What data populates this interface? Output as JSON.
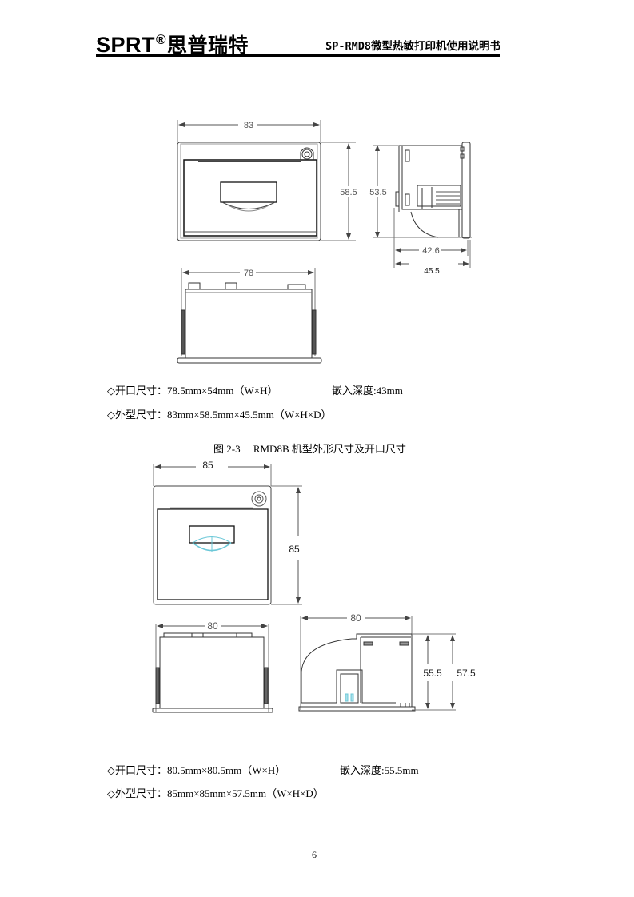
{
  "header": {
    "brand_latin": "SPRT",
    "brand_reg": "®",
    "brand_cn": "思普瑞特",
    "doc_title": "SP-RMD8微型热敏打印机使用说明书"
  },
  "figure_rmd8b": {
    "front_width": "83",
    "front_height": "58.5",
    "side_height": "53.5",
    "side_depth_inner": "42.6",
    "side_depth_total": "45.5",
    "top_width": "78",
    "spec_opening": "◇开口尺寸：78.5mm×54mm（W×H）",
    "spec_embed_depth": "嵌入深度:43mm",
    "spec_outline": "◇外型尺寸：83mm×58.5mm×45.5mm（W×H×D）",
    "caption": "图 2-3　 RMD8B 机型外形尺寸及开口尺寸"
  },
  "figure_second": {
    "front_width": "85",
    "front_height": "85",
    "top_width": "80",
    "side_width": "80",
    "side_height_inner": "55.5",
    "side_height_total": "57.5",
    "spec_opening": "◇开口尺寸：80.5mm×80.5mm（W×H）",
    "spec_embed_depth": "嵌入深度:55.5mm",
    "spec_outline": "◇外型尺寸：85mm×85mm×57.5mm（W×H×D）"
  },
  "footer": {
    "page_number": "6"
  }
}
